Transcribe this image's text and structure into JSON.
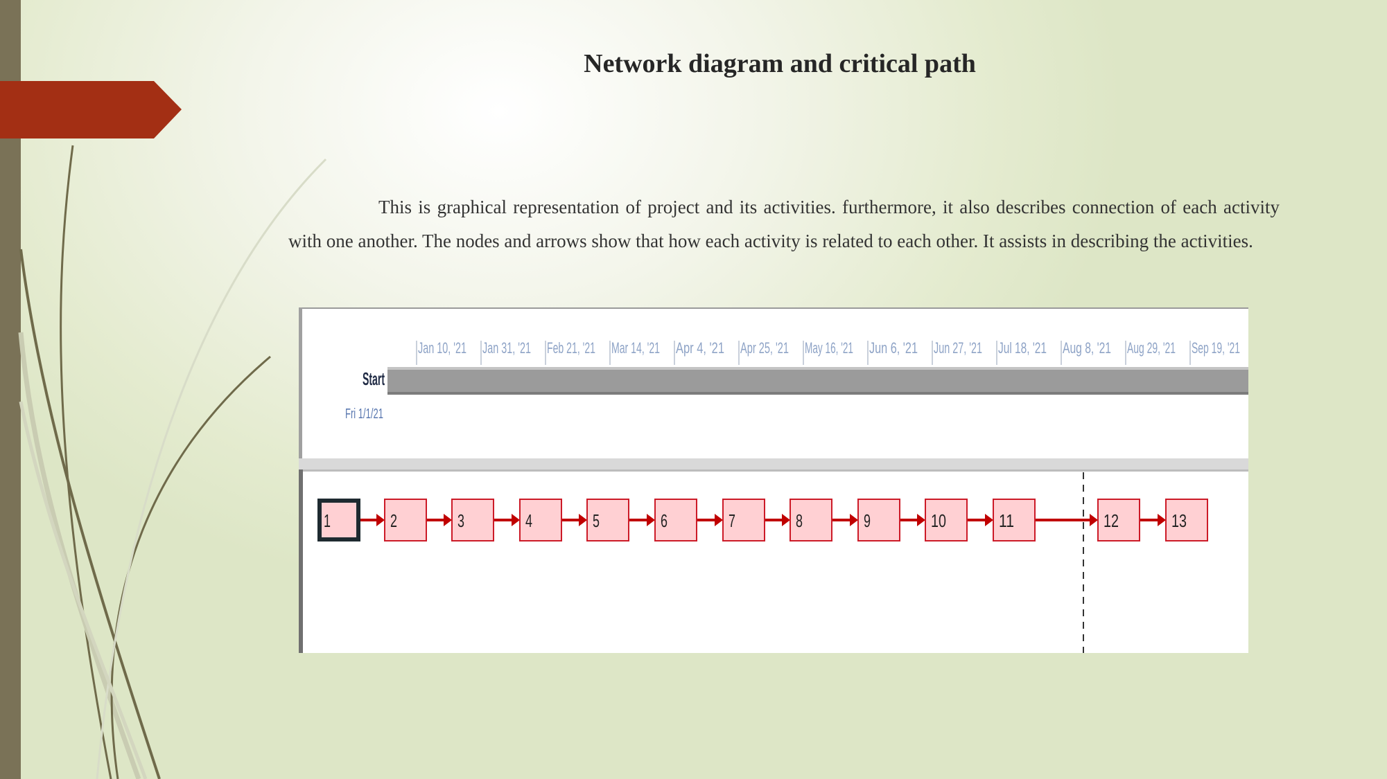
{
  "slide": {
    "title": "Network diagram and critical path",
    "bullet_glyph": "",
    "paragraph": "This is graphical representation of project and its activities. furthermore, it also describes connection of each activity with one another. The nodes and arrows show that how each activity is related to each other. It assists in describing the activities."
  },
  "timeline": {
    "start_label": "Start",
    "start_date": "Fri 1/1/21",
    "ticks": [
      "Jan 10, '21",
      "Jan 31, '21",
      "Feb 21, '21",
      "Mar 14, '21",
      "Apr 4, '21",
      "Apr 25, '21",
      "May 16, '21",
      "Jun 6, '21",
      "Jun 27, '21",
      "Jul 18, '21",
      "Aug 8, '21",
      "Aug 29, '21",
      "Sep 19, '21"
    ]
  },
  "network": {
    "nodes": [
      "1",
      "2",
      "3",
      "4",
      "5",
      "6",
      "7",
      "8",
      "9",
      "10",
      "11",
      "12",
      "13"
    ],
    "selected_node": "1"
  },
  "colors": {
    "accent_red": "#a32f14",
    "node_fill": "#ffd0d3",
    "node_border": "#cc1a27",
    "arrow": "#c00000",
    "tick_text": "#8ea3c6"
  }
}
